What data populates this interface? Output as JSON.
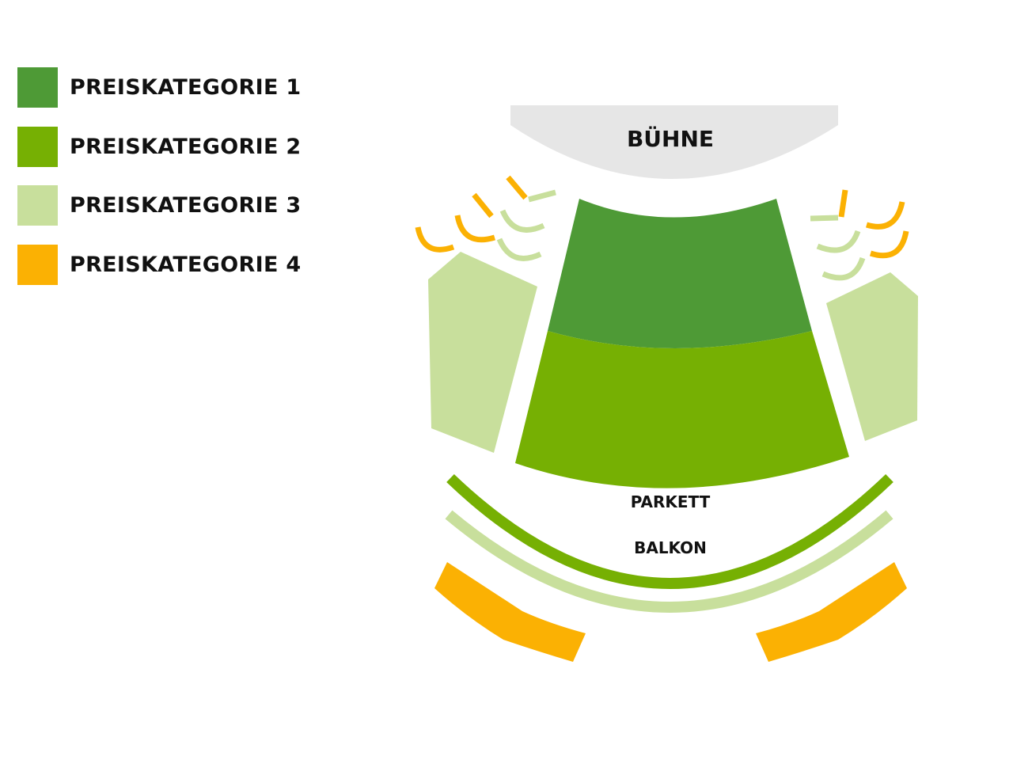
{
  "legend": [
    {
      "label": "PREISKATEGORIE 1",
      "color": "#4e9a36"
    },
    {
      "label": "PREISKATEGORIE 2",
      "color": "#76b003"
    },
    {
      "label": "PREISKATEGORIE 3",
      "color": "#c8df9c"
    },
    {
      "label": "PREISKATEGORIE 4",
      "color": "#fbb103"
    }
  ],
  "plan": {
    "stage_label": "BÜHNE",
    "parkett_label": "PARKETT",
    "balkon_label": "BALKON",
    "stage_color": "#e6e6e6"
  }
}
